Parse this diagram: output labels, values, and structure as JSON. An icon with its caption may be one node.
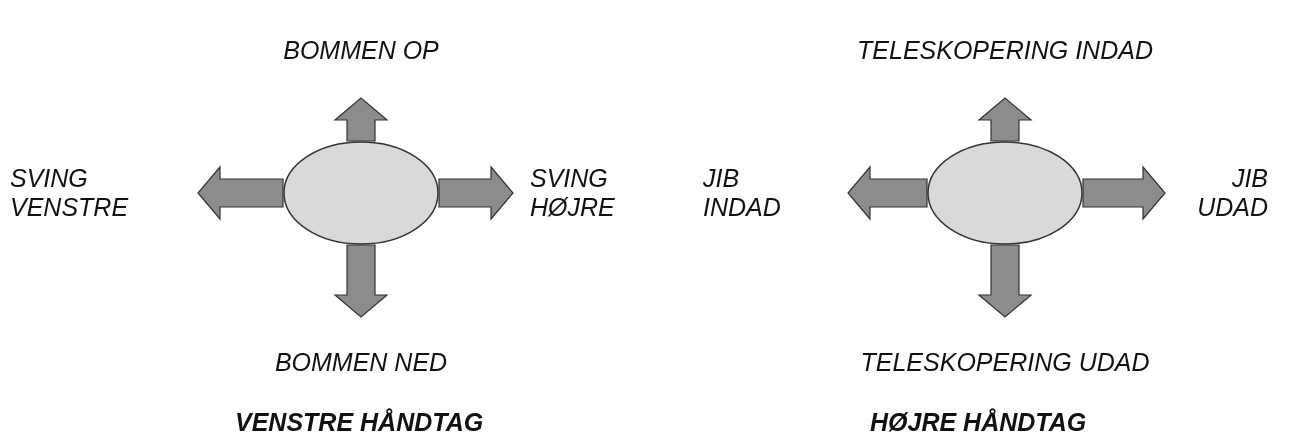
{
  "diagram": {
    "nodes": [
      {
        "text": [],
        "shape": "ellipse"
      },
      {
        "text": [
          "BOMMEN OP"
        ]
      },
      {
        "text": [
          "SVING VENSTRE"
        ]
      },
      {
        "text": [
          "SVING HØJRE"
        ]
      },
      {
        "text": [
          "BOMMEN NED"
        ]
      },
      {
        "text": [],
        "shape": "ellipse"
      },
      {
        "text": [
          "TELESKOPERING INDAD"
        ]
      },
      {
        "text": [
          "JIB INDAD"
        ]
      },
      {
        "text": [
          "JIB UDAD"
        ]
      },
      {
        "text": [
          "TELESKOPERING UDAD"
        ]
      }
    ],
    "edges": [
      {
        "from": 0,
        "to": 1,
        "arrow": "to",
        "style": "thick"
      },
      {
        "from": 0,
        "to": 2,
        "arrow": "to",
        "style": "thick"
      },
      {
        "from": 0,
        "to": 3,
        "arrow": "to",
        "style": "thick"
      },
      {
        "from": 0,
        "to": 4,
        "arrow": "to",
        "style": "thick"
      },
      {
        "from": 5,
        "to": 6,
        "arrow": "to",
        "style": "thick"
      },
      {
        "from": 5,
        "to": 7,
        "arrow": "to",
        "style": "thick"
      },
      {
        "from": 5,
        "to": 8,
        "arrow": "to",
        "style": "thick"
      },
      {
        "from": 5,
        "to": 9,
        "arrow": "to",
        "style": "thick"
      }
    ],
    "labels": [
      "VENSTRE HÅNDTAG",
      "HØJRE HÅNDTAG"
    ]
  }
}
